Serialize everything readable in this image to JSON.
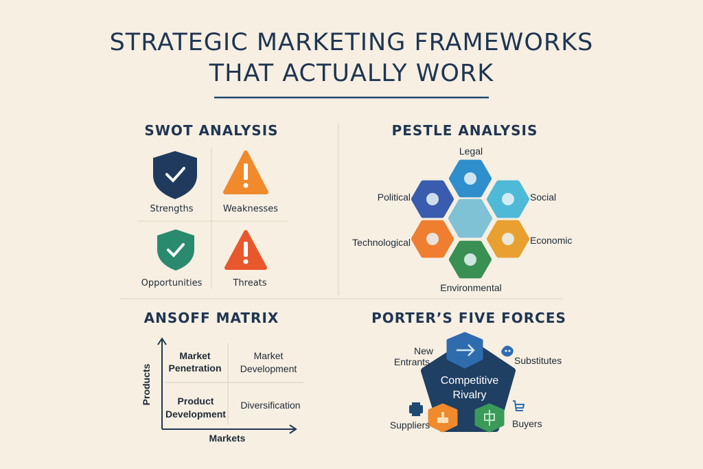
{
  "title": {
    "line1": "STRATEGIC MARKETING FRAMEWORKS",
    "line2": "THAT ACTUALLY WORK"
  },
  "swot": {
    "heading": "SWOT ANALYSIS",
    "items": [
      {
        "label": "Strengths",
        "icon": "check-shield-icon",
        "color": "#1f3a5c"
      },
      {
        "label": "Weaknesses",
        "icon": "warning-triangle-icon",
        "color": "#f08a2c"
      },
      {
        "label": "Opportunities",
        "icon": "check-shield-icon",
        "color": "#2a8a6e"
      },
      {
        "label": "Threats",
        "icon": "warning-triangle-icon",
        "color": "#e8582c"
      }
    ]
  },
  "pestle": {
    "heading": "PESTLE ANALYSIS",
    "items": [
      {
        "label": "Legal",
        "icon": "ballot-box-icon",
        "color": "#2f8fcd"
      },
      {
        "label": "Social",
        "icon": "person-icon",
        "color": "#4fb9d8"
      },
      {
        "label": "Economic",
        "icon": "leaf-icon",
        "color": "#e8a030"
      },
      {
        "label": "Environmental",
        "icon": "leaf-icon",
        "color": "#3a8f52"
      },
      {
        "label": "Technological",
        "icon": "tree-icon",
        "color": "#ef7e30"
      },
      {
        "label": "Political",
        "icon": "scales-icon",
        "color": "#3a5cae"
      }
    ],
    "center_color": "#7fc2d6"
  },
  "ansoff": {
    "heading": "ANSOFF MATRIX",
    "y_axis": "Products",
    "x_axis": "Markets",
    "cells": [
      {
        "line1": "Market",
        "line2": "Penetration"
      },
      {
        "line1": "Market",
        "line2": "Development"
      },
      {
        "line1": "Product",
        "line2": "Development"
      },
      {
        "line1": "Diversification",
        "line2": ""
      }
    ]
  },
  "porter": {
    "heading": "PORTER’S FIVE FORCES",
    "center": {
      "line1": "Competitive",
      "line2": "Rivalry"
    },
    "new_entrants": {
      "line1": "New",
      "line2": "Entrants"
    },
    "substitutes": "Substitutes",
    "suppliers": "Suppliers",
    "buyers": "Buyers"
  }
}
